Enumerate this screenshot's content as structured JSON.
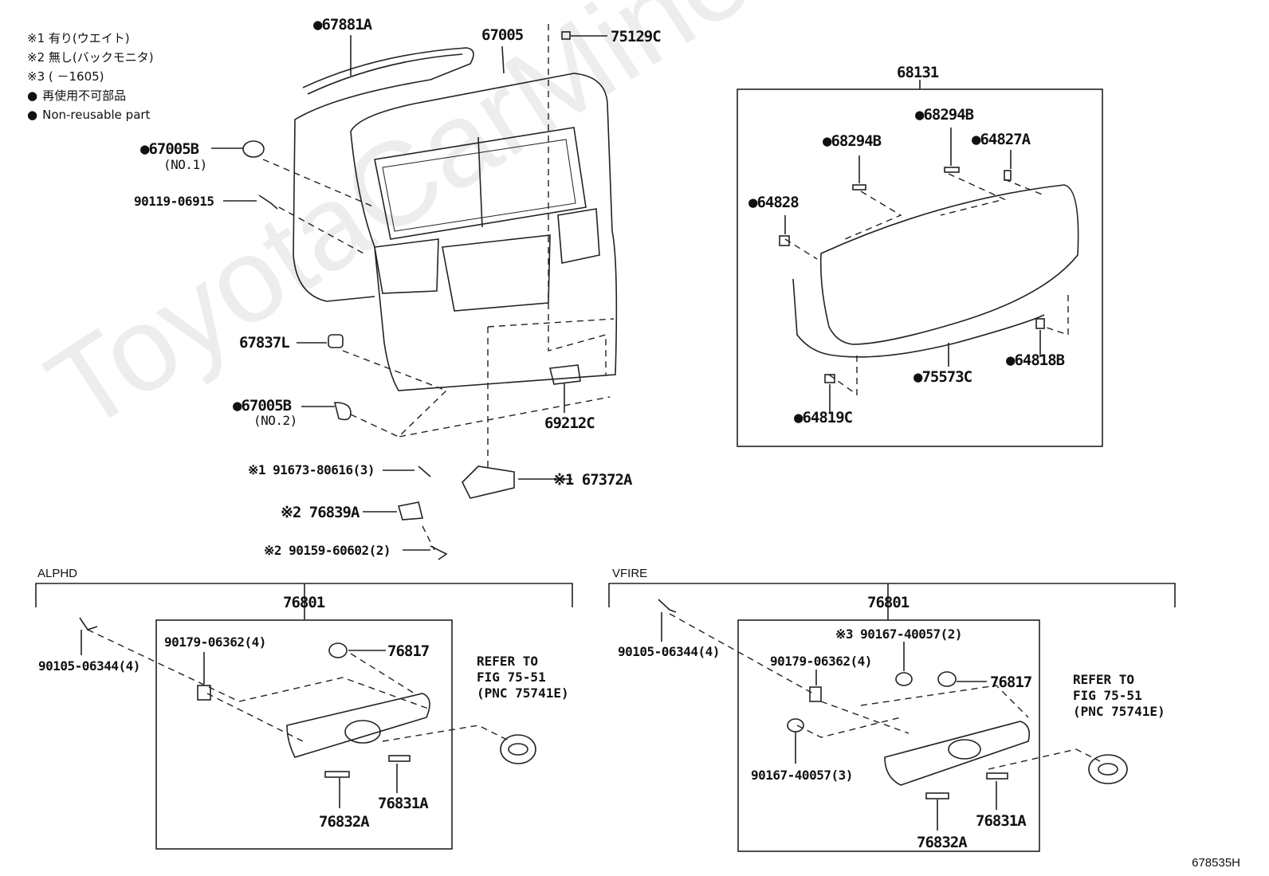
{
  "legend": {
    "note1": "※1 有り(ウエイト)",
    "note2": "※2 無し(バックモニタ)",
    "note3": "※3 (     －1605)",
    "nonreusable_jp": "再使用不可部品",
    "nonreusable_en": "Non-reusable part"
  },
  "labels": {
    "p67881A": "●67881A",
    "p67005": "67005",
    "p75129C": "75129C",
    "p67005B_1": "●67005B",
    "p67005B_1_sub": "(NO.1)",
    "p90119": "90119-06915",
    "p67837L": "67837L",
    "p67005B_2": "●67005B",
    "p67005B_2_sub": "(NO.2)",
    "p69212C": "69212C",
    "p91673": "※1 91673-80616(3)",
    "p67372A": "※1 67372A",
    "p76839A": "※2 76839A",
    "p90159": "※2 90159-60602(2)",
    "p68131": "68131",
    "p68294B_a": "●68294B",
    "p68294B_b": "●68294B",
    "p64827A": "●64827A",
    "p64828": "●64828",
    "p64818B": "●64818B",
    "p75573C": "●75573C",
    "p64819C": "●64819C"
  },
  "alphd": {
    "title": "ALPHD",
    "assembly": "76801",
    "p90105": "90105-06344(4)",
    "p90179": "90179-06362(4)",
    "p76817": "76817",
    "p76832A": "76832A",
    "p76831A": "76831A",
    "refer": [
      "REFER TO",
      "FIG 75-51",
      "(PNC 75741E)"
    ]
  },
  "vfire": {
    "title": "VFIRE",
    "assembly": "76801",
    "p90105": "90105-06344(4)",
    "p90167_top": "※3 90167-40057(2)",
    "p90179": "90179-06362(4)",
    "p76817": "76817",
    "p90167_bottom": "90167-40057(3)",
    "p76832A": "76832A",
    "p76831A": "76831A",
    "refer": [
      "REFER TO",
      "FIG 75-51",
      "(PNC 75741E)"
    ]
  },
  "watermark": "ToyotaCarMine.ru",
  "figure_number": "678535H"
}
